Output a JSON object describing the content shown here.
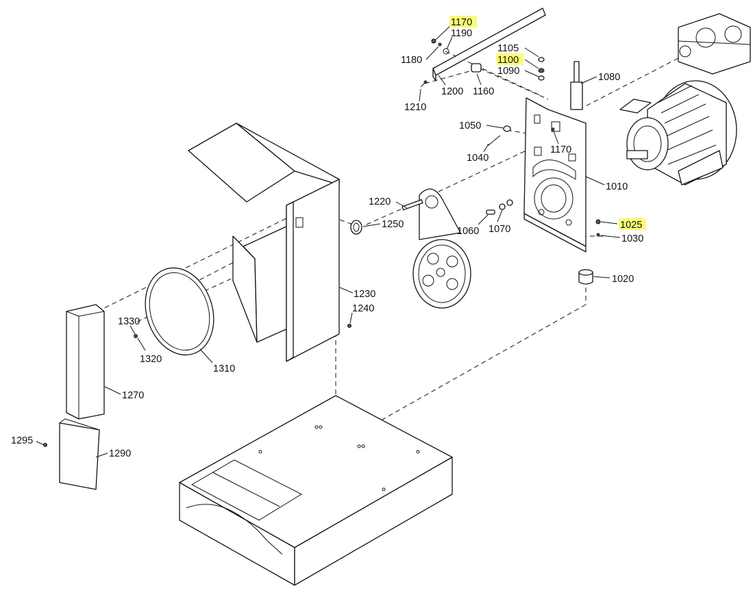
{
  "highlight_color": "#fbfb7a",
  "callouts": [
    {
      "id": "c1170a",
      "text": "1170",
      "highlighted": true
    },
    {
      "id": "c1190",
      "text": "1190",
      "highlighted": false
    },
    {
      "id": "c1180",
      "text": "1180",
      "highlighted": false
    },
    {
      "id": "c1105",
      "text": "1105",
      "highlighted": false
    },
    {
      "id": "c1100",
      "text": "1100",
      "highlighted": true
    },
    {
      "id": "c1090",
      "text": "1090",
      "highlighted": false
    },
    {
      "id": "c1080",
      "text": "1080",
      "highlighted": false
    },
    {
      "id": "c1200",
      "text": "1200",
      "highlighted": false
    },
    {
      "id": "c1160",
      "text": "1160",
      "highlighted": false
    },
    {
      "id": "c1210",
      "text": "1210",
      "highlighted": false
    },
    {
      "id": "c1050",
      "text": "1050",
      "highlighted": false
    },
    {
      "id": "c1170b",
      "text": "1170",
      "highlighted": false
    },
    {
      "id": "c1040",
      "text": "1040",
      "highlighted": false
    },
    {
      "id": "c1010",
      "text": "1010",
      "highlighted": false
    },
    {
      "id": "c1220",
      "text": "1220",
      "highlighted": false
    },
    {
      "id": "c1250",
      "text": "1250",
      "highlighted": false
    },
    {
      "id": "c1060",
      "text": "1060",
      "highlighted": false
    },
    {
      "id": "c1070",
      "text": "1070",
      "highlighted": false
    },
    {
      "id": "c1025",
      "text": "1025",
      "highlighted": true
    },
    {
      "id": "c1030",
      "text": "1030",
      "highlighted": false
    },
    {
      "id": "c1020",
      "text": "1020",
      "highlighted": false
    },
    {
      "id": "c1230",
      "text": "1230",
      "highlighted": false
    },
    {
      "id": "c1240",
      "text": "1240",
      "highlighted": false
    },
    {
      "id": "c1330",
      "text": "1330",
      "highlighted": false
    },
    {
      "id": "c1320",
      "text": "1320",
      "highlighted": false
    },
    {
      "id": "c1310",
      "text": "1310",
      "highlighted": false
    },
    {
      "id": "c1270",
      "text": "1270",
      "highlighted": false
    },
    {
      "id": "c1295",
      "text": "1295",
      "highlighted": false
    },
    {
      "id": "c1290",
      "text": "1290",
      "highlighted": false
    }
  ]
}
